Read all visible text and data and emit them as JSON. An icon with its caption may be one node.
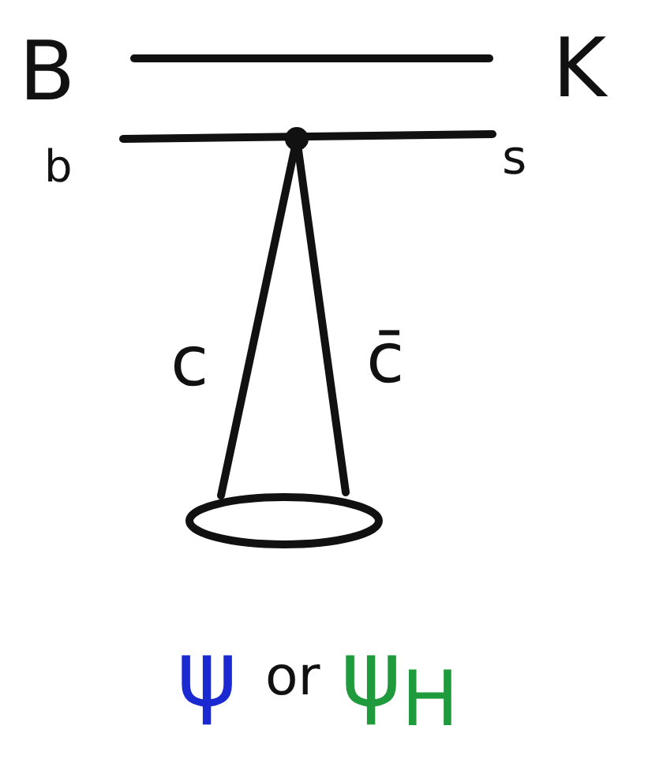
{
  "diagram": {
    "labels": [
      "B",
      "K",
      "b",
      "s",
      "c",
      "c̄",
      "ψ",
      "or",
      "ψ$_{H}$"
    ]
  }
}
